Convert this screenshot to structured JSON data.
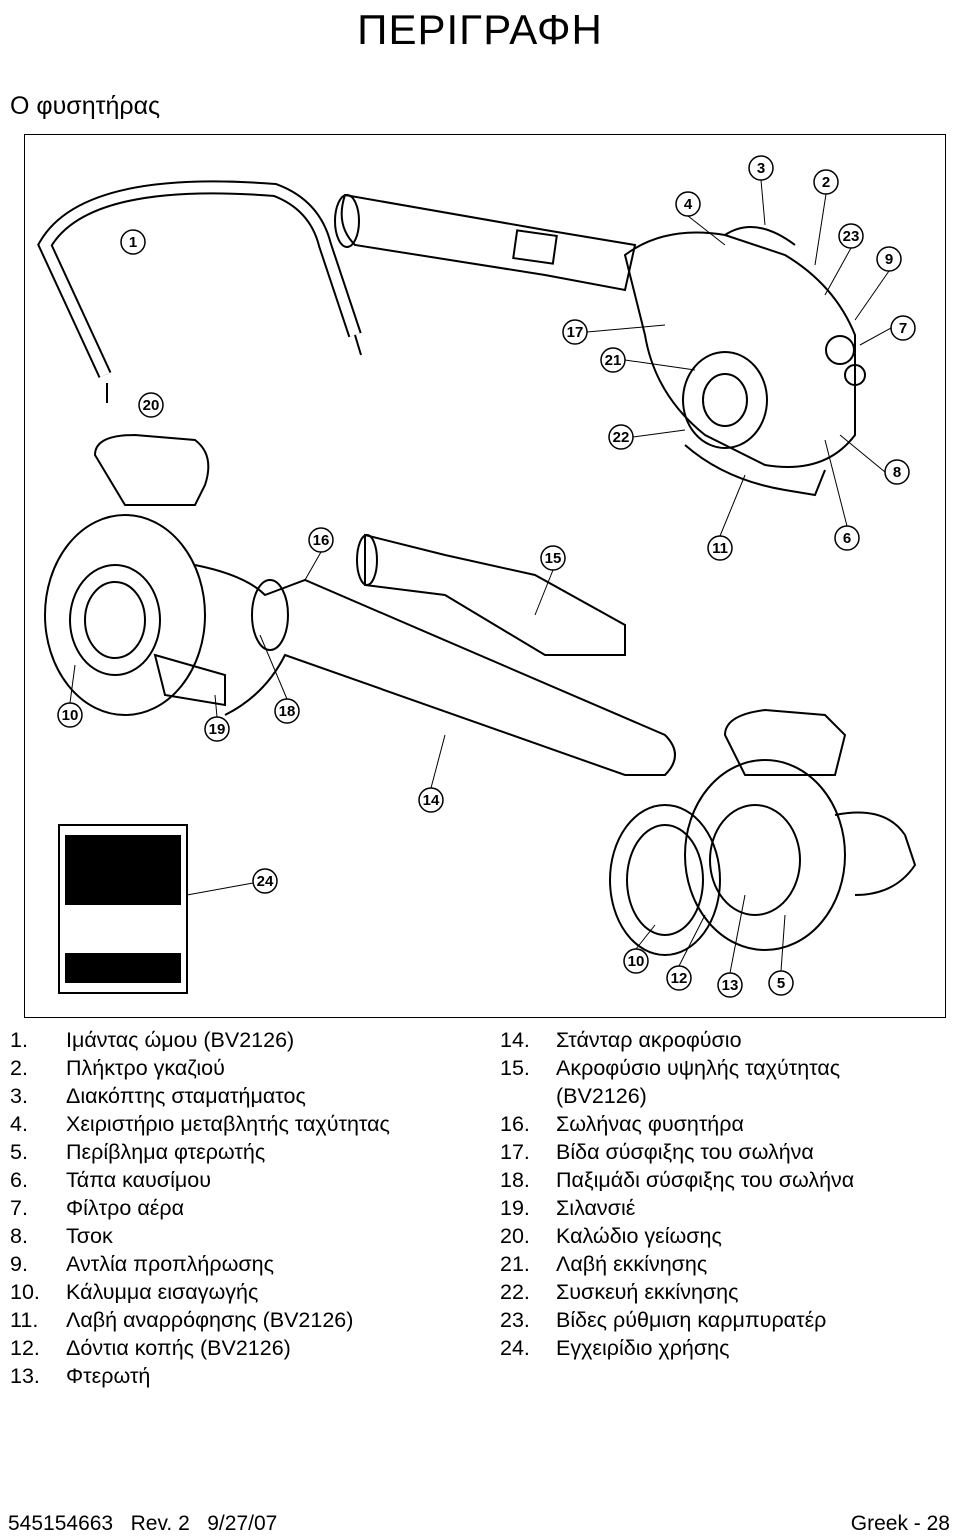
{
  "header": {
    "title": "ΠΕΡΙΓΡΑΦΗ",
    "subtitle": "Ο φυσητήρας"
  },
  "figure": {
    "callouts": [
      "1",
      "2",
      "3",
      "4",
      "5",
      "6",
      "7",
      "8",
      "9",
      "10",
      "11",
      "12",
      "13",
      "14",
      "15",
      "16",
      "17",
      "18",
      "19",
      "20",
      "21",
      "22",
      "23",
      "24"
    ]
  },
  "parts_left": [
    {
      "num": "1.",
      "text": "Ιμάντας ώμου (BV2126)"
    },
    {
      "num": "2.",
      "text": "Πλήκτρο γκαζιού"
    },
    {
      "num": "3.",
      "text": "Διακόπτης σταματήματος"
    },
    {
      "num": "4.",
      "text": "Χειριστήριο μεταβλητής ταχύτητας"
    },
    {
      "num": "5.",
      "text": "Περίβλημα φτερωτής"
    },
    {
      "num": "6.",
      "text": "Τάπα καυσίμου"
    },
    {
      "num": "7.",
      "text": "Φίλτρο αέρα"
    },
    {
      "num": "8.",
      "text": "Τσοκ"
    },
    {
      "num": "9.",
      "text": "Αντλία προπλήρωσης"
    },
    {
      "num": "10.",
      "text": "Κάλυμμα εισαγωγής"
    },
    {
      "num": "11.",
      "text": "Λαβή αναρρόφησης (BV2126)"
    },
    {
      "num": "12.",
      "text": "Δόντια κοπής (BV2126)"
    },
    {
      "num": "13.",
      "text": "Φτερωτή"
    }
  ],
  "parts_right": [
    {
      "num": "14.",
      "text": "Στάνταρ ακροφύσιο"
    },
    {
      "num": "15.",
      "text": "Ακροφύσιο υψηλής ταχύτητας",
      "cont": "(BV2126)"
    },
    {
      "num": "16.",
      "text": "Σωλήνας φυσητήρα"
    },
    {
      "num": "17.",
      "text": "Βίδα σύσφιξης του σωλήνα"
    },
    {
      "num": "18.",
      "text": "Παξιμάδι σύσφιξης του σωλήνα"
    },
    {
      "num": "19.",
      "text": "Σιλανσιέ"
    },
    {
      "num": "20.",
      "text": "Καλώδιο γείωσης"
    },
    {
      "num": "21.",
      "text": "Λαβή εκκίνησης"
    },
    {
      "num": "22.",
      "text": "Συσκευή εκκίνησης"
    },
    {
      "num": "23.",
      "text": "Βίδες ρύθμιση καρμπυρατέρ"
    },
    {
      "num": "24.",
      "text": "Εγχειρίδιο χρήσης"
    }
  ],
  "footer": {
    "left": "545154663   Rev. 2   9/27/07",
    "right": "Greek - 28"
  }
}
